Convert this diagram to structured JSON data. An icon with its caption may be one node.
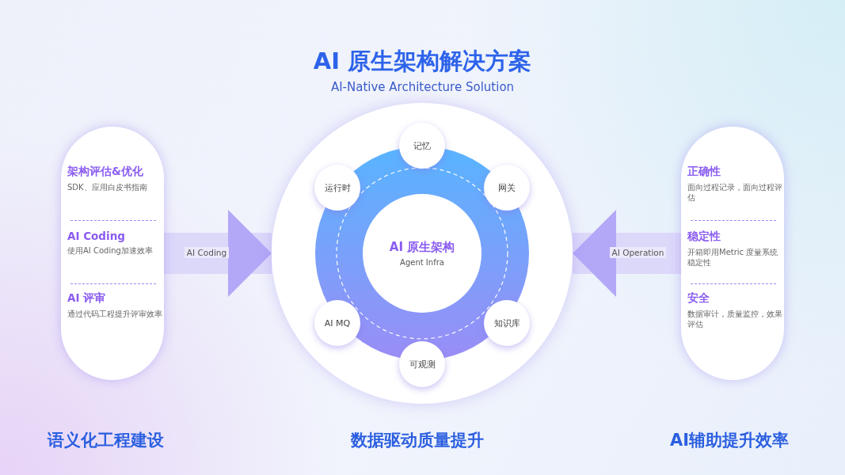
{
  "diagram": {
    "title": "AI 原生架构解决方案",
    "nodes": [
      {
        "text": [],
        "shape": "box"
      },
      {
        "text": [
          "架构评估&优化",
          "SDK、应用白皮书指南"
        ],
        "in": 0
      },
      {
        "text": [
          "AI Coding",
          "使用AI Coding加速效率"
        ],
        "in": 0
      },
      {
        "text": [
          "AI 评审",
          "通过代码工程提升评审效率"
        ],
        "in": 0
      },
      {
        "text": [],
        "shape": "circle"
      },
      {
        "text": [
          "AI 原生架构",
          "Agent Infra"
        ],
        "in": 4
      },
      {
        "text": [
          "记忆"
        ],
        "in": 4
      },
      {
        "text": [
          "网关"
        ],
        "in": 4
      },
      {
        "text": [
          "知识库"
        ],
        "in": 4
      },
      {
        "text": [
          "可观测"
        ],
        "in": 4
      },
      {
        "text": [
          "AI MQ"
        ],
        "in": 4
      },
      {
        "text": [
          "运行时"
        ],
        "in": 4
      },
      {
        "text": [],
        "shape": "box"
      },
      {
        "text": [
          "正确性",
          "面向过程记录，面向过程评估"
        ],
        "in": 12
      },
      {
        "text": [
          "稳定性",
          "开箱即用Metric 度量系统稳定性"
        ],
        "in": 12
      },
      {
        "text": [
          "安全",
          "数据审计，质量监控，效果评估"
        ],
        "in": 12
      }
    ],
    "edges": [
      {
        "from": 0,
        "to": 4,
        "arrow": "to",
        "label": "AI Coding"
      },
      {
        "from": 12,
        "to": 4,
        "arrow": "to",
        "label": "AI Operation"
      }
    ],
    "labels": [
      "AI-Native Architecture Solution",
      "语义化工程建设",
      "数据驱动质量提升",
      "AI辅助提升效率"
    ]
  }
}
